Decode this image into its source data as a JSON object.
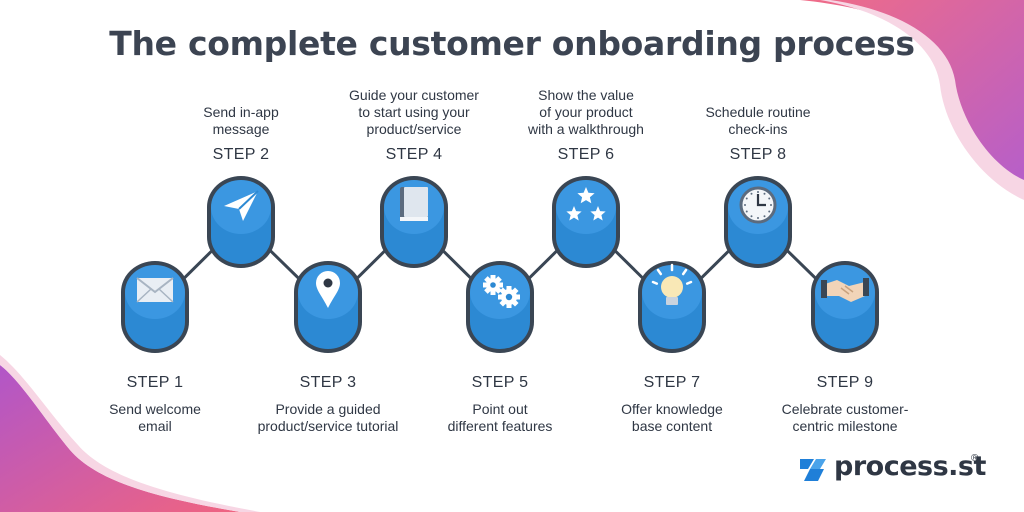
{
  "title": "The complete customer onboarding process",
  "colors": {
    "cylinder_fill": "#2c89d3",
    "cylinder_top": "#3b97e1",
    "cylinder_rim": "#3a4654",
    "connector": "#3a4654",
    "blob_gradient_start": "#f06480",
    "blob_gradient_end": "#b156c8"
  },
  "steps": [
    {
      "label": "STEP 1",
      "description": [
        "Send welcome",
        "email"
      ],
      "icon": "envelope-icon"
    },
    {
      "label": "STEP 2",
      "description": [
        "Send in-app",
        "message"
      ],
      "icon": "paper-plane-icon"
    },
    {
      "label": "STEP 3",
      "description": [
        "Provide a guided",
        "product/service tutorial"
      ],
      "icon": "map-pin-icon"
    },
    {
      "label": "STEP 4",
      "description": [
        "Guide your customer",
        "to start using your",
        "product/service"
      ],
      "icon": "book-icon"
    },
    {
      "label": "STEP 5",
      "description": [
        "Point out",
        "different features"
      ],
      "icon": "gears-icon"
    },
    {
      "label": "STEP 6",
      "description": [
        "Show the value",
        "of your product",
        "with a walkthrough"
      ],
      "icon": "stars-icon"
    },
    {
      "label": "STEP 7",
      "description": [
        "Offer knowledge",
        "base content"
      ],
      "icon": "lightbulb-icon"
    },
    {
      "label": "STEP 8",
      "description": [
        "Schedule routine",
        "check-ins"
      ],
      "icon": "clock-icon"
    },
    {
      "label": "STEP 9",
      "description": [
        "Celebrate customer-",
        "centric milestone"
      ],
      "icon": "handshake-icon"
    }
  ],
  "logo": {
    "text": "process.st",
    "reg": "®"
  }
}
